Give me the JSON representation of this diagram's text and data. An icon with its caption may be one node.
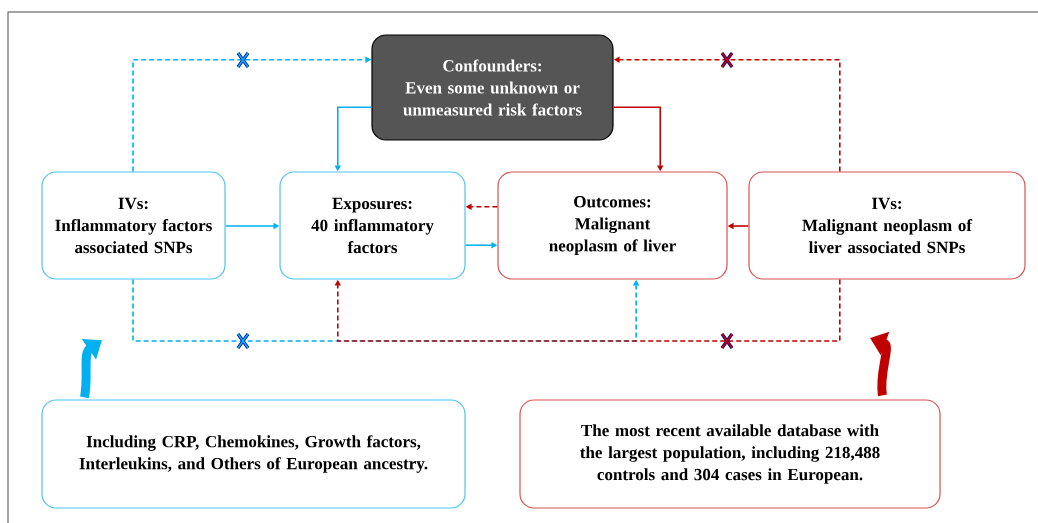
{
  "diagram": {
    "nodes": [
      {
        "text": [
          "Confounders:",
          "Even some unknown or unmeasured risk factors"
        ]
      },
      {
        "text": [
          "IVs:",
          "Inflammatory factors associated SNPs"
        ]
      },
      {
        "text": [
          "Exposures:",
          "40 inflammatory factors"
        ]
      },
      {
        "text": [
          "Outcomes:",
          "Malignant neoplasm of liver"
        ]
      },
      {
        "text": [
          "IVs:",
          "Malignant neoplasm of liver associated SNPs"
        ]
      },
      {
        "text": [
          "Including CRP, Chemokines, Growth factors, Interleukins, and Others of European ancestry."
        ]
      },
      {
        "text": [
          "The most recent available database with the largest population, including 218,488 controls and 304 cases in European."
        ]
      }
    ],
    "edges": [
      {
        "from": 1,
        "to": 0,
        "arrow": "to",
        "style": "dashed",
        "color": "#00b0f0"
      },
      {
        "from": 0,
        "to": 2,
        "arrow": "to",
        "color": "#00b0f0"
      },
      {
        "from": 0,
        "to": 3,
        "arrow": "to",
        "color": "#c00000"
      },
      {
        "from": 4,
        "to": 0,
        "arrow": "to",
        "style": "dashed",
        "color": "#c00000"
      },
      {
        "from": 1,
        "to": 2,
        "arrow": "to",
        "color": "#00b0f0"
      },
      {
        "from": 3,
        "to": 2,
        "arrow": "to",
        "style": "dashed",
        "color": "#c00000"
      },
      {
        "from": 2,
        "to": 3,
        "arrow": "to",
        "color": "#00b0f0"
      },
      {
        "from": 4,
        "to": 3,
        "arrow": "to",
        "color": "#c00000"
      },
      {
        "from": 1,
        "to": 3,
        "arrow": "to",
        "style": "dashed",
        "color": "#00b0f0"
      },
      {
        "from": 4,
        "to": 2,
        "arrow": "to",
        "style": "dashed",
        "color": "#c00000"
      },
      {
        "from": 5,
        "to": null,
        "arrow": "to",
        "style": "thick",
        "color": "#00b0f0"
      },
      {
        "from": 6,
        "to": null,
        "arrow": "to",
        "style": "thick",
        "color": "#c00000"
      }
    ]
  }
}
